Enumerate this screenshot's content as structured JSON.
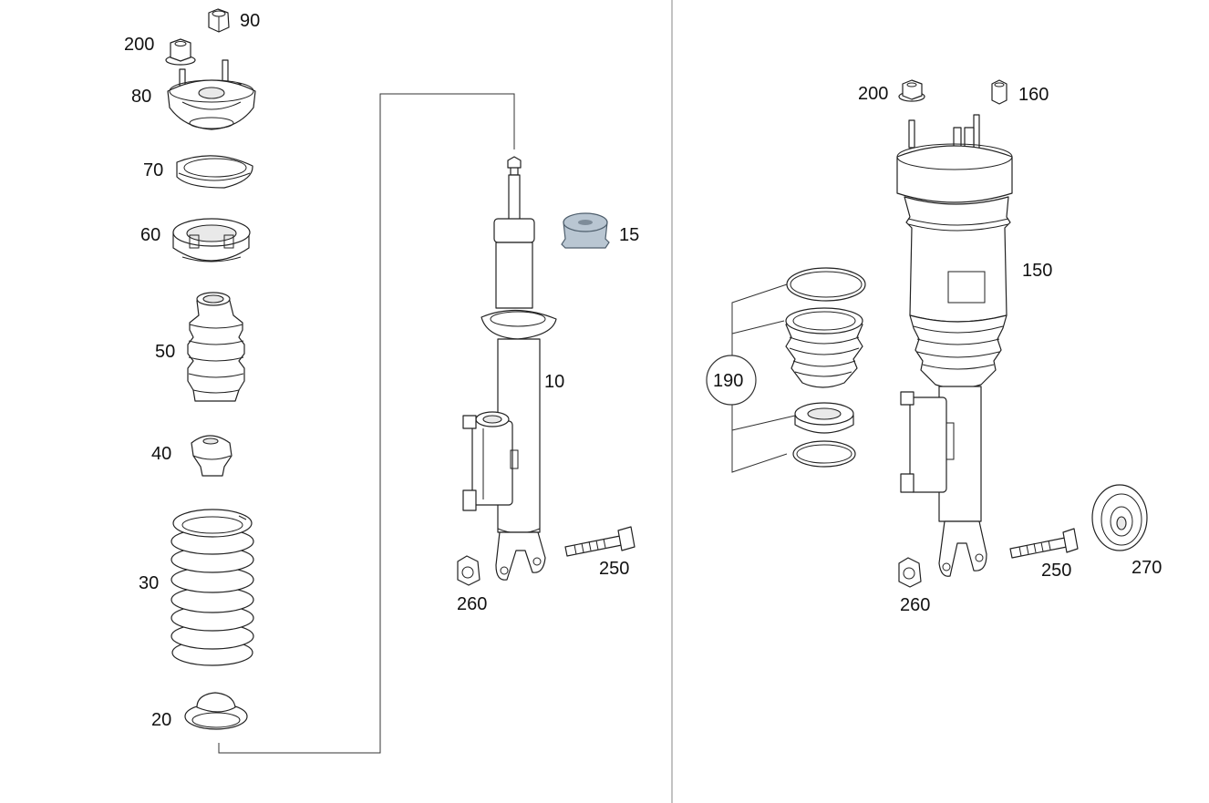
{
  "labels": {
    "p90": "90",
    "p200_left": "200",
    "p80": "80",
    "p70": "70",
    "p60": "60",
    "p50": "50",
    "p40": "40",
    "p30": "30",
    "p20": "20",
    "p10": "10",
    "p15": "15",
    "p250_left": "250",
    "p260_left": "260",
    "p200_right": "200",
    "p160": "160",
    "p150": "150",
    "p190": "190",
    "p250_right": "250",
    "p270": "270",
    "p260_right": "260"
  },
  "colors": {
    "highlight_part": "#b9c6d2",
    "line": "#222222",
    "background": "#ffffff"
  }
}
